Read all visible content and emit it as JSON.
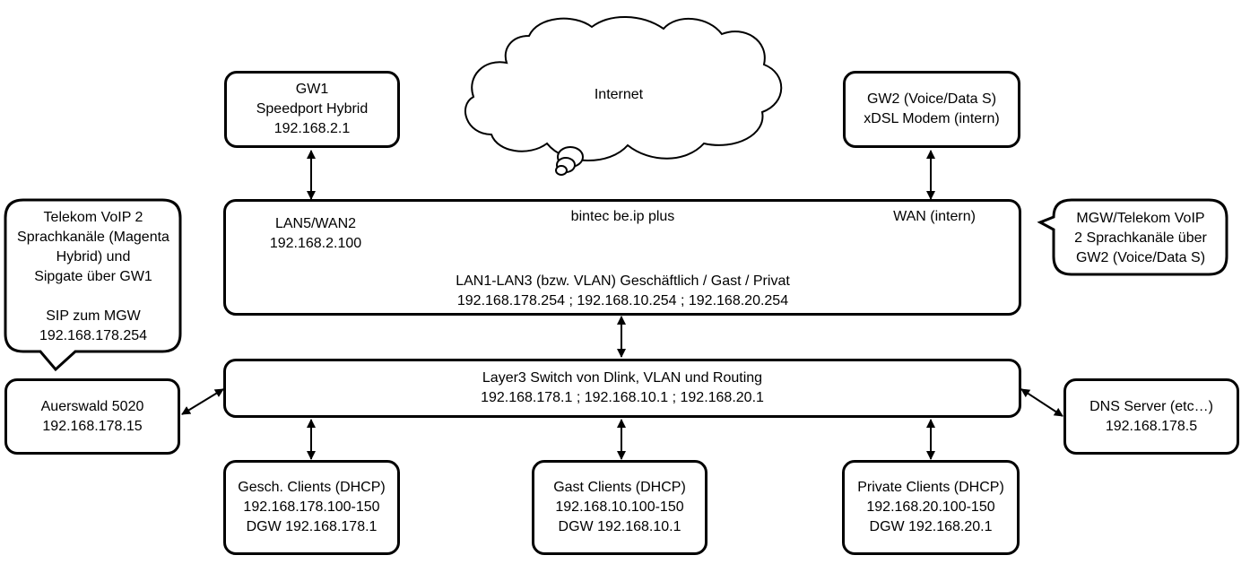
{
  "cloud": {
    "label": "Internet"
  },
  "gw1": {
    "lines": [
      "GW1",
      "Speedport Hybrid",
      "192.168.2.1"
    ]
  },
  "gw2": {
    "lines": [
      "GW2 (Voice/Data S)",
      "xDSL Modem (intern)"
    ]
  },
  "router": {
    "title": "bintec be.ip plus",
    "lan5_label": "LAN5/WAN2",
    "lan5_ip": "192.168.2.100",
    "wan_label": "WAN (intern)",
    "lan_label": "LAN1-LAN3 (bzw. VLAN) Geschäftlich / Gast / Privat",
    "lan_ips": "192.168.178.254 ; 192.168.10.254 ; 192.168.20.254"
  },
  "switch": {
    "title": "Layer3 Switch von Dlink, VLAN und Routing",
    "ips": "192.168.178.1 ; 192.168.10.1 ; 192.168.20.1"
  },
  "callout_left": {
    "lines": [
      "Telekom VoIP 2",
      "Sprachkanäle (Magenta",
      "Hybrid) und",
      "Sipgate über GW1",
      "",
      "SIP zum MGW",
      "192.168.178.254"
    ]
  },
  "callout_right": {
    "lines": [
      "MGW/Telekom VoIP",
      "2 Sprachkanäle über",
      "GW2 (Voice/Data S)"
    ]
  },
  "auerswald": {
    "lines": [
      "Auerswald 5020",
      "192.168.178.15"
    ]
  },
  "dns": {
    "lines": [
      "DNS Server (etc…)",
      "192.168.178.5"
    ]
  },
  "clients": [
    {
      "lines": [
        "Gesch. Clients (DHCP)",
        "192.168.178.100-150",
        "DGW 192.168.178.1"
      ]
    },
    {
      "lines": [
        "Gast Clients (DHCP)",
        "192.168.10.100-150",
        "DGW 192.168.10.1"
      ]
    },
    {
      "lines": [
        "Private Clients (DHCP)",
        "192.168.20.100-150",
        "DGW 192.168.20.1"
      ]
    }
  ]
}
